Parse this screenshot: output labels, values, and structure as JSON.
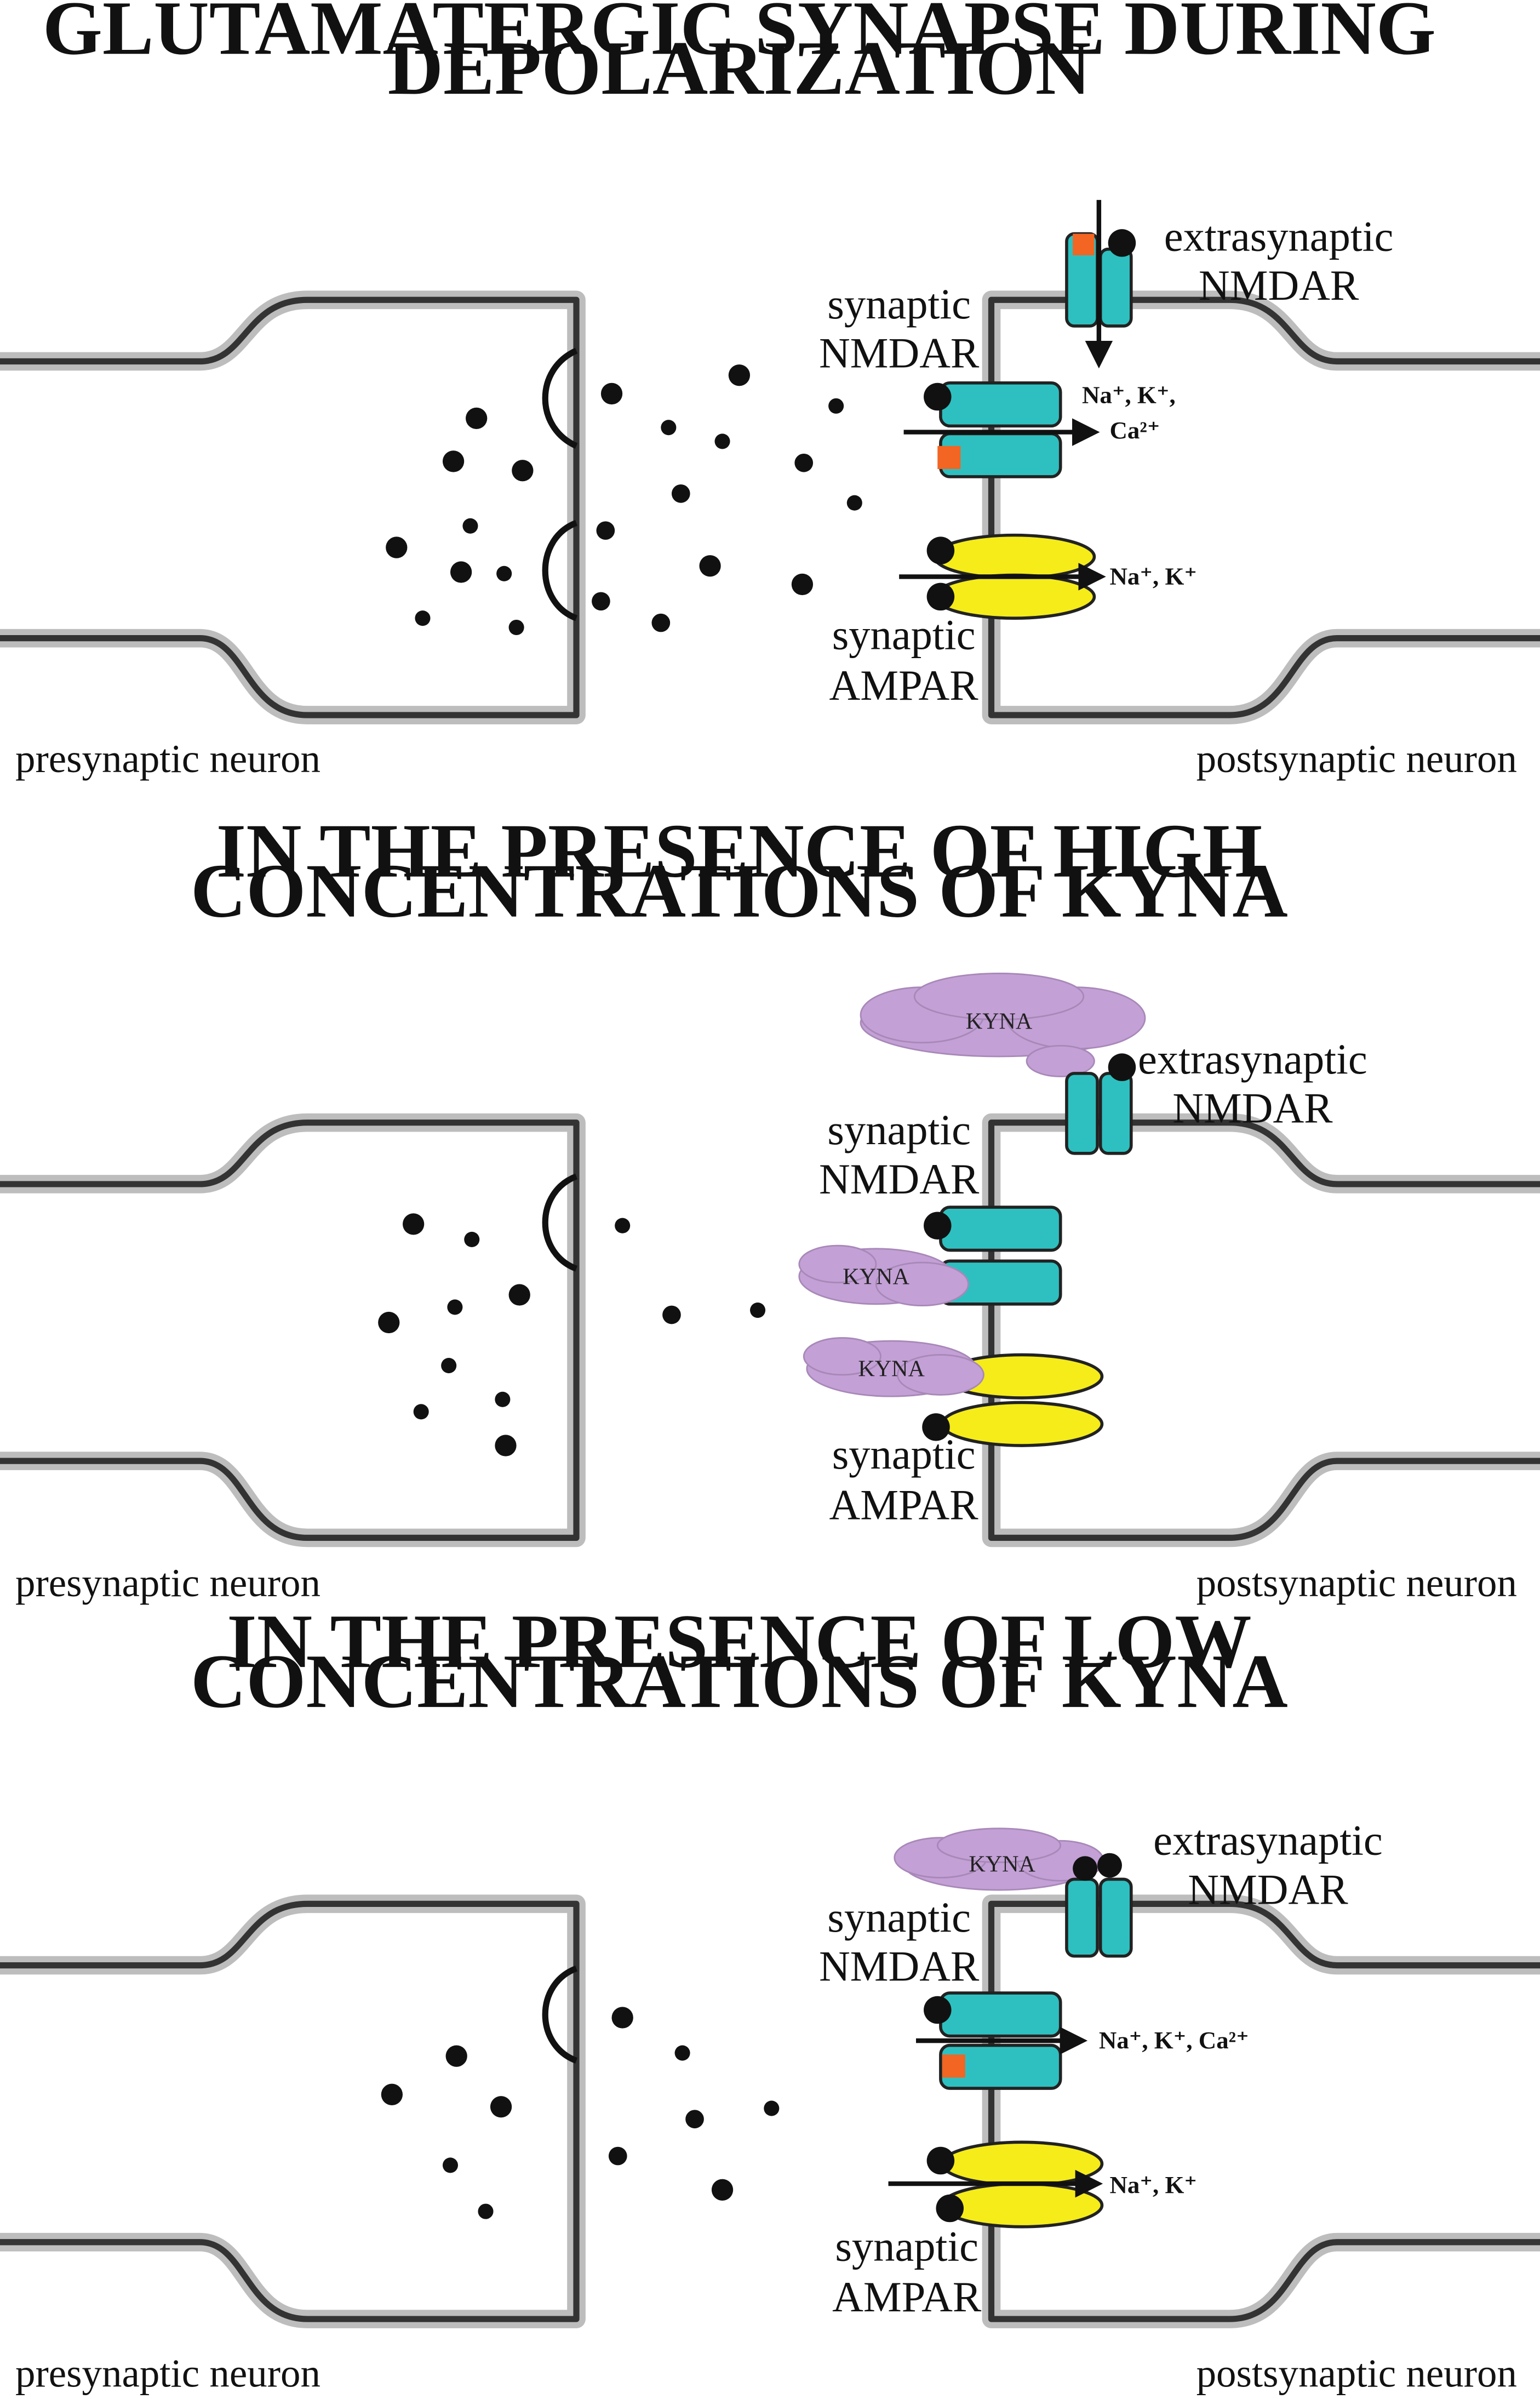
{
  "colors": {
    "nmdar": "#2ec0c0",
    "ampar": "#f5ec1a",
    "glycine_site": "#f26522",
    "kyna_cloud": "#c3a0d6",
    "membrane": "#333333",
    "membrane_glow": "#bdbdbd",
    "glutamate": "#111111"
  },
  "panels": [
    {
      "title_line1": "GLUTAMATERGIC SYNAPSE DURING",
      "title_line2": "DEPOLARIZATION",
      "presynaptic_label": "presynaptic neuron",
      "postsynaptic_label": "postsynaptic neuron",
      "extrasynaptic_label_1": "extrasynaptic",
      "extrasynaptic_label_2": "NMDAR",
      "synaptic_nmdar_label_1": "synaptic",
      "synaptic_nmdar_label_2": "NMDAR",
      "synaptic_ampar_label_1": "synaptic",
      "synaptic_ampar_label_2": "AMPAR",
      "nmdar_ions_line1": "Na⁺, K⁺,",
      "nmdar_ions_line2": "Ca²⁺",
      "ampar_ions": "Na⁺, K⁺"
    },
    {
      "title_line1": "IN THE PRESENCE OF HIGH",
      "title_line2": "CONCENTRATIONS OF KYNA",
      "presynaptic_label": "presynaptic neuron",
      "postsynaptic_label": "postsynaptic neuron",
      "extrasynaptic_label_1": "extrasynaptic",
      "extrasynaptic_label_2": "NMDAR",
      "synaptic_nmdar_label_1": "synaptic",
      "synaptic_nmdar_label_2": "NMDAR",
      "synaptic_ampar_label_1": "synaptic",
      "synaptic_ampar_label_2": "AMPAR",
      "kyna_extrasynaptic": "KYNA",
      "kyna_nmdar": "KYNA",
      "kyna_ampar": "KYNA"
    },
    {
      "title_line1": "IN THE PRESENCE OF LOW",
      "title_line2": "CONCENTRATIONS OF KYNA",
      "presynaptic_label": "presynaptic neuron",
      "postsynaptic_label": "postsynaptic neuron",
      "extrasynaptic_label_1": "extrasynaptic",
      "extrasynaptic_label_2": "NMDAR",
      "synaptic_nmdar_label_1": "synaptic",
      "synaptic_nmdar_label_2": "NMDAR",
      "synaptic_ampar_label_1": "synaptic",
      "synaptic_ampar_label_2": "AMPAR",
      "kyna_extrasynaptic": "KYNA",
      "nmdar_ions": "Na⁺, K⁺, Ca²⁺",
      "ampar_ions": "Na⁺, K⁺"
    }
  ]
}
